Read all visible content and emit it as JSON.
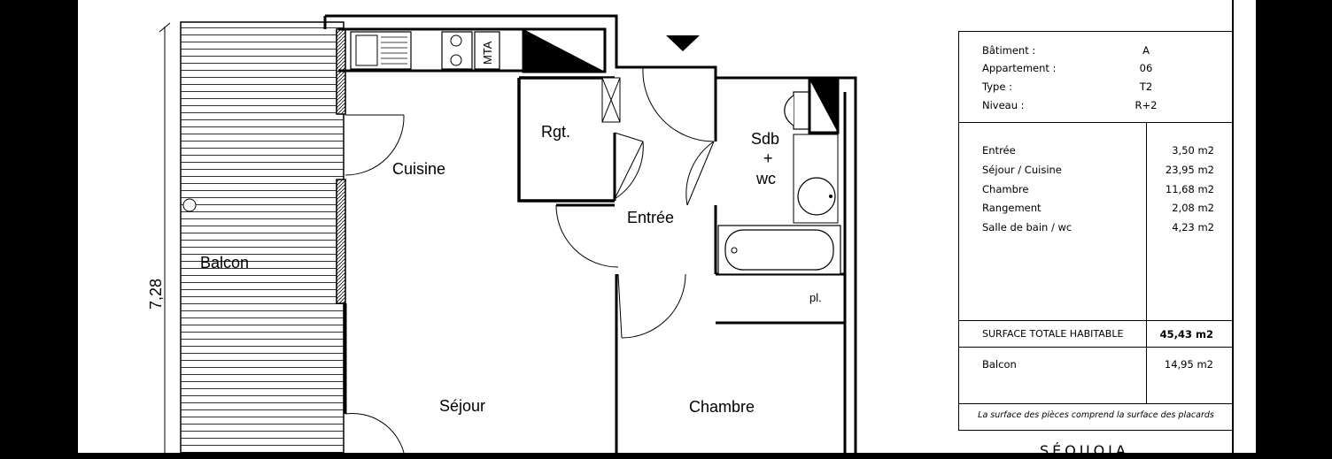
{
  "plan": {
    "dimension_label": "7,28",
    "rooms": {
      "balcon": "Balcon",
      "cuisine": "Cuisine",
      "sejour": "Séjour",
      "rgt": "Rgt.",
      "entree": "Entrée",
      "sdb_line1": "Sdb",
      "sdb_line2": "+",
      "sdb_line3": "wc",
      "chambre": "Chambre",
      "placard": "pl.",
      "mta": "MTA"
    }
  },
  "info": {
    "header": [
      {
        "label": "Bâtiment :",
        "value": "A"
      },
      {
        "label": "Appartement :",
        "value": "06"
      },
      {
        "label": "Type :",
        "value": "T2"
      },
      {
        "label": "Niveau :",
        "value": "R+2"
      }
    ],
    "areas": [
      {
        "label": "Entrée",
        "value": "3,50 m2"
      },
      {
        "label": "Séjour / Cuisine",
        "value": "23,95 m2"
      },
      {
        "label": "Chambre",
        "value": "11,68 m2"
      },
      {
        "label": "Rangement",
        "value": "2,08 m2"
      },
      {
        "label": "Salle de bain / wc",
        "value": "4,23 m2"
      }
    ],
    "total_label": "SURFACE TOTALE HABITABLE",
    "total_value": "45,43 m2",
    "balcon_label": "Balcon",
    "balcon_value": "14,95 m2",
    "note": "La surface des pièces comprend la surface des placards"
  },
  "footer_text": "SÉQUOIA"
}
